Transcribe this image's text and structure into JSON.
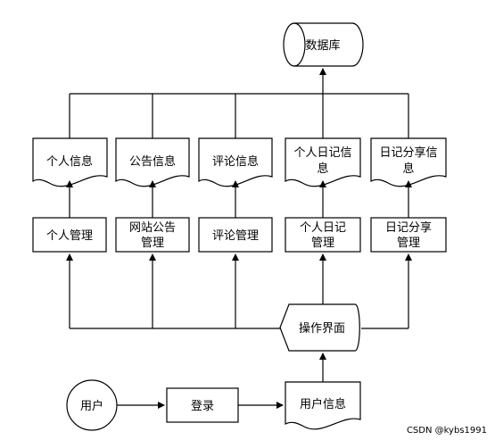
{
  "diagram": {
    "database": {
      "label": "数据库"
    },
    "info_docs": {
      "personal_info": {
        "lines": [
          "个人信息"
        ]
      },
      "notice_info": {
        "lines": [
          "公告信息"
        ]
      },
      "comment_info": {
        "lines": [
          "评论信息"
        ]
      },
      "diary_info": {
        "lines": [
          "个人日记信",
          "息"
        ]
      },
      "share_info": {
        "lines": [
          "日记分享信",
          "息"
        ]
      }
    },
    "management_boxes": {
      "personal_mgmt": {
        "lines": [
          "个人管理"
        ]
      },
      "notice_mgmt": {
        "lines": [
          "网站公告",
          "管理"
        ]
      },
      "comment_mgmt": {
        "lines": [
          "评论管理"
        ]
      },
      "diary_mgmt": {
        "lines": [
          "个人日记",
          "管理"
        ]
      },
      "share_mgmt": {
        "lines": [
          "日记分享",
          "管理"
        ]
      }
    },
    "operation_interface": {
      "label": "操作界面"
    },
    "user": {
      "label": "用户"
    },
    "login": {
      "label": "登录"
    },
    "user_info": {
      "label": "用户信息"
    }
  },
  "watermark": {
    "text": "CSDN @kybs1991"
  }
}
